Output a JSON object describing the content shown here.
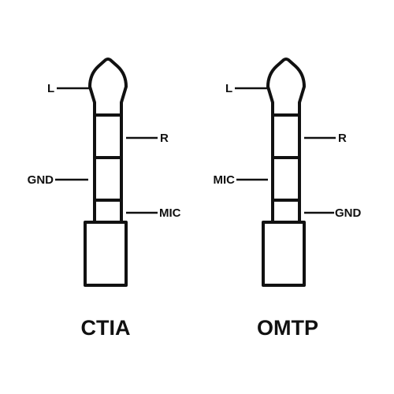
{
  "plugs": [
    {
      "name": "CTIA",
      "labels": {
        "tip": "L",
        "ring1": "R",
        "ring2": "GND",
        "sleeve": "MIC"
      }
    },
    {
      "name": "OMTP",
      "labels": {
        "tip": "L",
        "ring1": "R",
        "ring2": "MIC",
        "sleeve": "GND"
      }
    }
  ],
  "colors": {
    "ink": "#111111",
    "background": "#ffffff"
  }
}
